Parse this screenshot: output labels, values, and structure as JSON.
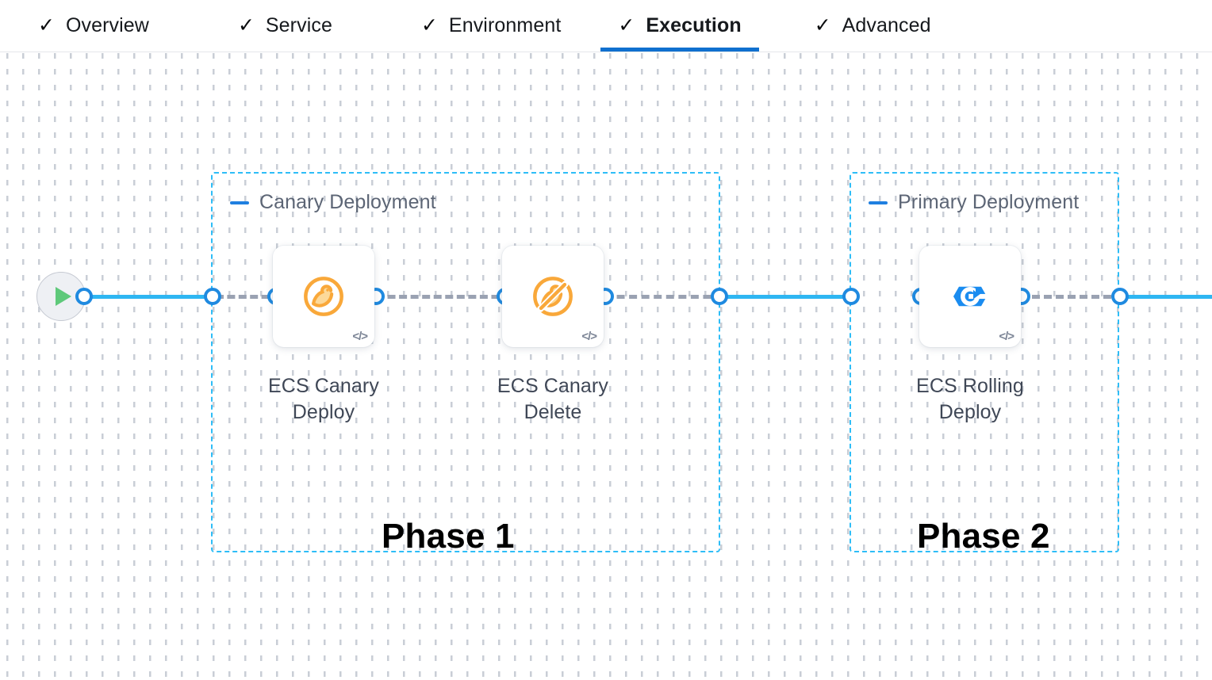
{
  "tabs": [
    {
      "id": "overview",
      "label": "Overview",
      "check": "✓",
      "active": false
    },
    {
      "id": "service",
      "label": "Service",
      "check": "✓",
      "active": false
    },
    {
      "id": "environment",
      "label": "Environment",
      "check": "✓",
      "active": false
    },
    {
      "id": "execution",
      "label": "Execution",
      "check": "✓",
      "active": true
    },
    {
      "id": "advanced",
      "label": "Advanced",
      "check": "✓",
      "active": false
    }
  ],
  "colors": {
    "accent_blue": "#1070cf",
    "link_blue": "#2eb6f2",
    "group_border": "#2ebdf7",
    "port_blue": "#1f8ae0",
    "canary_orange": "#f9a83a",
    "rolling_blue": "#1a8cf0",
    "play_green": "#5ec97a",
    "label_gray": "#3f4756"
  },
  "canvas": {
    "start_node": {
      "name": "start",
      "icon": "play-icon"
    },
    "groups": [
      {
        "id": "canary",
        "title": "Canary Deployment",
        "collapse_icon": "minus-icon"
      },
      {
        "id": "primary",
        "title": "Primary Deployment",
        "collapse_icon": "minus-icon"
      }
    ],
    "nodes": [
      {
        "id": "ecs-canary-deploy",
        "label": "ECS Canary\nDeploy",
        "label_line1": "ECS Canary",
        "label_line2": "Deploy",
        "icon": "canary-bird-icon",
        "badge": "</>"
      },
      {
        "id": "ecs-canary-delete",
        "label": "ECS Canary\nDelete",
        "label_line1": "ECS Canary",
        "label_line2": "Delete",
        "icon": "canary-bird-slash-icon",
        "badge": "</>"
      },
      {
        "id": "ecs-rolling-deploy",
        "label": "ECS Rolling\nDeploy",
        "label_line1": "ECS Rolling",
        "label_line2": "Deploy",
        "icon": "rolling-deploy-icon",
        "badge": "</>"
      }
    ],
    "annotations": [
      {
        "id": "phase-1",
        "text": "Phase 1"
      },
      {
        "id": "phase-2",
        "text": "Phase 2"
      }
    ]
  }
}
